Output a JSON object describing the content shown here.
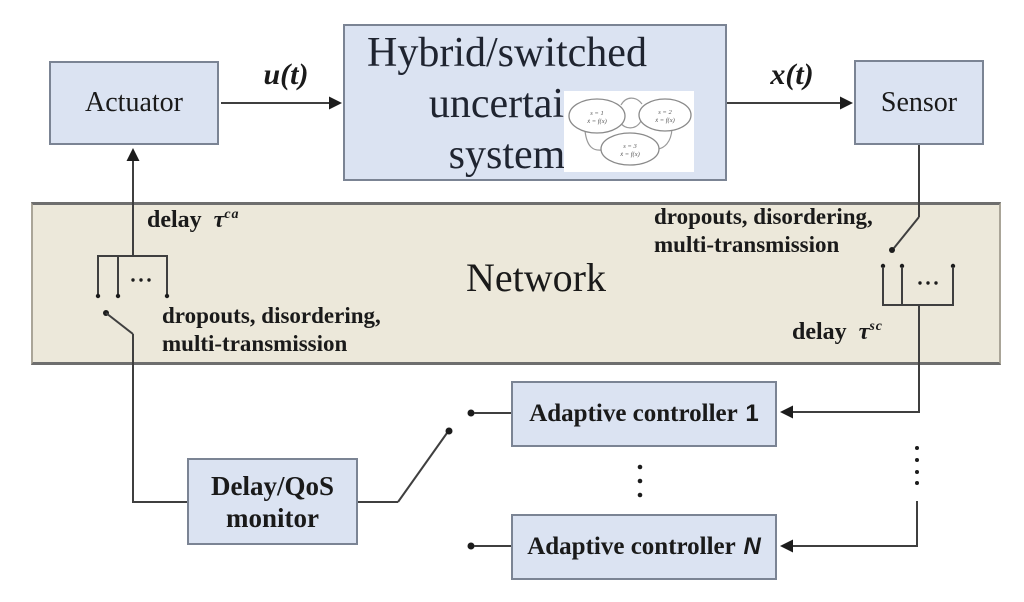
{
  "nodes": {
    "actuator": {
      "label": "Actuator"
    },
    "plant": {
      "lines": [
        "Hybrid/switched",
        "uncertain",
        "system"
      ]
    },
    "sensor": {
      "label": "Sensor"
    },
    "monitor": {
      "lines": [
        "Delay/QoS",
        "monitor"
      ]
    },
    "controllers": [
      {
        "prefix": "Adaptive controller",
        "suffix": "1"
      },
      {
        "prefix": "Adaptive controller",
        "suffix": "N"
      }
    ]
  },
  "network": {
    "label": "Network"
  },
  "signals": {
    "u": "u(t)",
    "x": "x(t)"
  },
  "annotations": {
    "delay_ca": {
      "word": "delay",
      "tau": "τ",
      "sup": "ca"
    },
    "delay_sc": {
      "word": "delay",
      "tau": "τ",
      "sup": "sc"
    },
    "impairments_sensor": {
      "line1": "dropouts, disordering,",
      "line2": "multi-transmission"
    },
    "impairments_actuator": {
      "line1": "dropouts, disordering,",
      "line2": "multi-transmission"
    }
  },
  "inset": {
    "states": [
      {
        "l1": "s = 1",
        "l2": "ẋ = f(x)"
      },
      {
        "l1": "s = 2",
        "l2": "ẋ = f(x)"
      },
      {
        "l1": "s = 3",
        "l2": "ẋ = f(x)"
      }
    ]
  },
  "colors": {
    "node_fill": "#dbe3f2",
    "node_border": "#7b8494",
    "band_fill": "#ece8da",
    "band_border": "#6e6e6e",
    "wire": "#3f3f3f",
    "text": "#1a1a1a"
  }
}
